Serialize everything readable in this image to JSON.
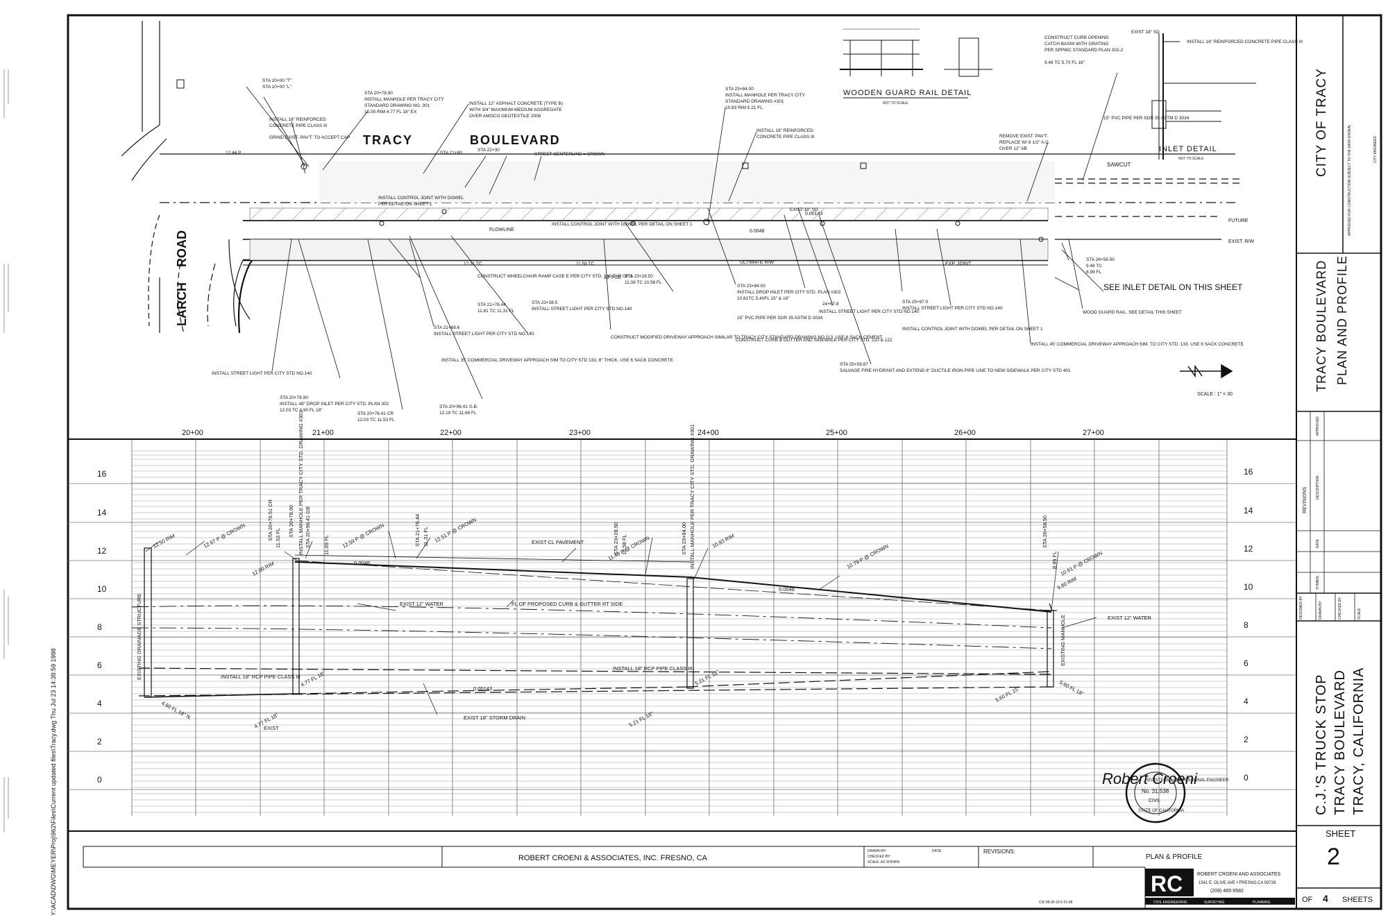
{
  "plan": {
    "street_name_1": "TRACY",
    "street_name_2": "BOULEVARD",
    "road_name_1": "LARCH",
    "road_name_2": "ROAD",
    "guard_rail_title": "WOODEN GUARD RAIL DETAIL",
    "guard_rail_scale": "NOT TO SCALE",
    "inlet_title": "INLET DETAIL",
    "inlet_scale": "NOT TO SCALE",
    "see_inlet": "SEE INLET DETAIL ON THIS SHEET",
    "scale_note": "SCALE : 1\" = 30",
    "flowline": "FLOWLINE",
    "sawcut": "SAWCUT",
    "future": "FUTURE",
    "exist_rw": "EXIST. R/W",
    "ultimate_rw": "ULTIMATE R/W",
    "exp_joint": "EXP. JOINT",
    "pue": "10' PUE",
    "grade_1": "0.0048",
    "grade_2": "0.00143",
    "callouts": [
      "STA 20+00 \"T\"",
      "STA 10+00 \"L\"",
      "INSTALL 18\" REINFORCED",
      "CONCRETE PIPE CLASS III",
      "GRIND EXIST. PAV'T. TO ACCEPT CAP",
      "STA 20+78.90",
      "INSTALL MANHOLE PER TRACY CITY",
      "STANDARD DRAWING NO. 301",
      "12.00 RIM 4.77 FL 18\" EX",
      "INSTALL 12\" ASPHALT CONCRETE (TYPE B)",
      "WITH 3/4\" MAXIMUM-MEDIUM AGGREGATE",
      "OVER AMOCO GEOTEXTILE 2006",
      "STA 21+80",
      "STA 22+30",
      "STREET CENTERLINE = CROWN",
      "STA 23+84.00",
      "INSTALL MANHOLE PER TRACY CITY",
      "STANDARD DRAWING #301",
      "10.83 RIM 5.21 FL",
      "INSTALL 18\" REINFORCED",
      "CONCRETE PIPE CLASS III",
      "INSTALL CONTROL JOINT WITH DOWEL",
      "PER DETAIL ON SHEET 1",
      "EXIST 18\" SD",
      "INSTALL CONTROL JOINT WITH DOWEL PER DETAIL ON SHEET 1",
      "REMOVE EXIST. PAV'T.",
      "REPLACE W/ 8 1/2\" A.C.",
      "OVER 12\" AB",
      "CONSTRUCT CURB OPENING",
      "CATCH BASIN WITH GRATING",
      "PER SPPWC STANDARD PLAN 302-2",
      "9.48 TC  5.70 FL 18\"",
      "EXIST 18\" SD",
      "INSTALL 18\" REINFORCED CONCRETE PIPE CLASS III",
      "15\" PVC PIPE PER SDR 35 ASTM D 3034",
      "STA 26+58.50",
      "9.48 TC",
      "8.99 FL",
      "STA 21+68.6",
      "INSTALL STREET LIGHT PER CITY STD NO.140",
      "CONSTRUCT WHEELCHAIR RAMP CASE E PER CITY STD. 130 TYP OF 3",
      "STA 21+76.44",
      "11.81 TC 11.31 FL",
      "STA 23+38.5",
      "INSTALL STREET LIGHT PER CITY STD NO.140",
      "STA 23+28.50",
      "11.08 TC 10.58 FL",
      "STA 23+84.00",
      "INSTALL DROP INLET PER CITY STD. PLAN #302",
      "10.81TC 5.40FL 15\" & 18\"",
      "15\" PVC PIPE PER SDR 35 ASTM D 3034",
      "24+67.8",
      "INSTALL STREET LIGHT PER CITY STD NO.140",
      "STA 25+97.0",
      "INSTALL STREET LIGHT PER CITY STD NO.140",
      "INSTALL CONTROL JOINT WITH DOWEL PER DETAIL ON SHEET 1",
      "WOOD GUARD RAIL. SEE DETAIL THIS SHEET",
      "CONSTRUCT CURB & GUTTER AND SIDEWALK PER CITY STD. 120 & 122",
      "STA 25+09.87",
      "SALVAGE FIRE HYDRANT AND EXTEND 6\" DUCTILE IRON PIPE LINE TO NEW SIDEWALK PER CITY STD 401",
      "CONSTRUCT MODIFIED DRIVEWAY APPROACH SIMILAR TO TRACY CITY STANDARD DRAWING NO.113. USE 6 SACK CEMENT",
      "INSTALL 35' COMMERCIAL DRIVEWAY APPROACH SIM TO CITY STD 133, 8\" THICK, USE 6 SACK CONCRETE",
      "INSTALL 45' COMMERCIAL DRIVEWAY APPROACH SIM. TO CITY STD. 133. USE 6 SACK CONCRETE",
      "INSTALL STREET LIGHT PER CITY STD NO.140",
      "STA 20+78.90",
      "INSTALL 48\" DROP INLET PER CITY STD. PLAN 302",
      "12.03 TC  4.90 FL 18\"",
      "STA 20+76.41 CR",
      "12.03 TC 11.53 FL",
      "STA 20+96.41 G.B.",
      "12.19 TC 11.69 FL",
      "12.44 P",
      "12.31 TC",
      "11.58 TC"
    ]
  },
  "profile": {
    "stations": [
      "20+00",
      "21+00",
      "22+00",
      "23+00",
      "24+00",
      "25+00",
      "26+00",
      "27+00"
    ],
    "elevations_left": [
      "16",
      "14",
      "12",
      "10",
      "8",
      "6",
      "4",
      "2",
      "0"
    ],
    "elevations_right": [
      "16",
      "14",
      "12",
      "10",
      "8",
      "6",
      "4",
      "2",
      "0"
    ],
    "labels": {
      "existing_drainage": "EXISTING DRAINAGE STRUCTURE",
      "rim_1250": "12.50 RIM",
      "crown_1267": "12.67 P @ CROWN",
      "sta_2076_cr": "STA 20+76.51 CR",
      "fl_1153": "11.53 FL",
      "sta_2078": "STA 20+78.90",
      "manhole_1": "INSTALL MANHOLE PER TRACY CITY STD. DRAWING #301",
      "sta_2096": "STA 20+96.41 GB",
      "fl_1169": "11.69 FL",
      "crown_1259": "12.59 P @ CROWN",
      "sta_2176": "STA 21+76.44",
      "fl_1131": "11.31 FL",
      "crown_1251": "12.51 P @ CROWN",
      "rim_1200": "12.00 RIM",
      "grade_a": "0.0048",
      "grade_b": "0.0048",
      "grade_c": "0.00143",
      "exist_cl": "EXIST CL PAVEMENT",
      "sta_2328": "STA 23+28.50",
      "fl_1058": "10.58 FL",
      "crown_1149": "11.49 P @ CROWN",
      "sta_2384": "STA 23+84.00",
      "manhole_2": "INSTALL MANHOLE PER TRACY CITY STD. DRAWING #301",
      "rim_1083": "10.83 RIM",
      "crown_1079": "10.79 P @ CROWN",
      "sta_2658": "STA 26+58.50",
      "fl_899": "8.99 FL",
      "crown_1061": "10.61 P @ CROWN",
      "rim_980": "9.80 RIM",
      "exist_water_1": "EXIST 12\" WATER",
      "exist_water_2": "EXIST 12\" WATER",
      "fl_curb": "FL OF PROPOSED CURB & GUTTER RT SIDE",
      "install_rcp_1": "INSTALL 18\" RCP PIPE CLASS III",
      "install_rcp_2": "INSTALL 18\" RCP PIPE CLASS III",
      "fl_477": "4.77 FL 18\"",
      "fl_477_exist": "4.77 FL 18\"",
      "exist": "EXIST",
      "fl_460": "4.60 FL 18\" N.",
      "fl_521": "5.21 FL 18\"",
      "fl_521_exist": "5.21 FL 18\"",
      "exist_storm": "EXIST 18\" STORM DRAIN",
      "existing_manhole": "EXISTING MANHOLE",
      "fl_560": "5.60 FL 18\"",
      "fl_560_b": "5.60 FL 15\""
    }
  },
  "title_block": {
    "city": "CITY OF TRACY",
    "approval_note": "APPROVED FOR CONSTRUCTION SUBJECT TO THE DATA SHOWN.",
    "city_engineer": "CITY ENGINEER",
    "sheet_title_1": "TRACY BOULEVARD",
    "sheet_title_2": "PLAN AND PROFILE",
    "revisions": "REVISIONS",
    "description": "DESCRIPTION",
    "approved": "APPROVED",
    "symbol": "SYMBOL",
    "date": "DATE",
    "designed_by": "DESIGNED BY",
    "drawn_by": "DRAWN BY",
    "checked_by": "CHECKED BY",
    "scale": "SCALE",
    "project_1": "C.J.'S TRUCK STOP",
    "project_2": "TRACY BOULEVARD",
    "project_3": "TRACY, CALIFORNIA",
    "sheet_label": "SHEET",
    "sheet_number": "2",
    "of_label": "OF",
    "total_sheets": "4",
    "sheets_label": "SHEETS"
  },
  "bottom_bar": {
    "firm": "ROBERT CROENI  & ASSOCIATES, INC. FRESNO, CA",
    "drawn_by": "DRAWN BY:",
    "checked_by": "CHECKED BY:",
    "scale": "SCALE: AS SHOWN",
    "date": "DATE:",
    "revisions": "REVISIONS:",
    "plan_profile": "PLAN & PROFILE",
    "logo_letters": "RC",
    "firm_name": "ROBERT CROENI AND ASSOCIATES",
    "firm_address": "1541 E. OLIVE AVE • FRESNO,CA 93728",
    "firm_phone": "(209) 485-9582",
    "services_1": "CIVIL ENGINEERING",
    "services_2": "SURVEYING",
    "services_3": "PLANNING",
    "file_ref": "CW 98-06-18   6-21-98"
  },
  "stamp": {
    "signature": "Robert Croeni",
    "ring_top": "REGISTERED PROFESSIONAL ENGINEER",
    "license": "No. 31,538",
    "civ": "CIVIL",
    "ring_bottom": "STATE OF CALIFORNIA"
  },
  "margin_text": {
    "file_path": "Y:\\ACAD\\DWG\\MEYER\\Proj\\962\\Files\\Current updated files\\Tracy.dwg  Thu Jul 23 14:38:59 1998"
  }
}
